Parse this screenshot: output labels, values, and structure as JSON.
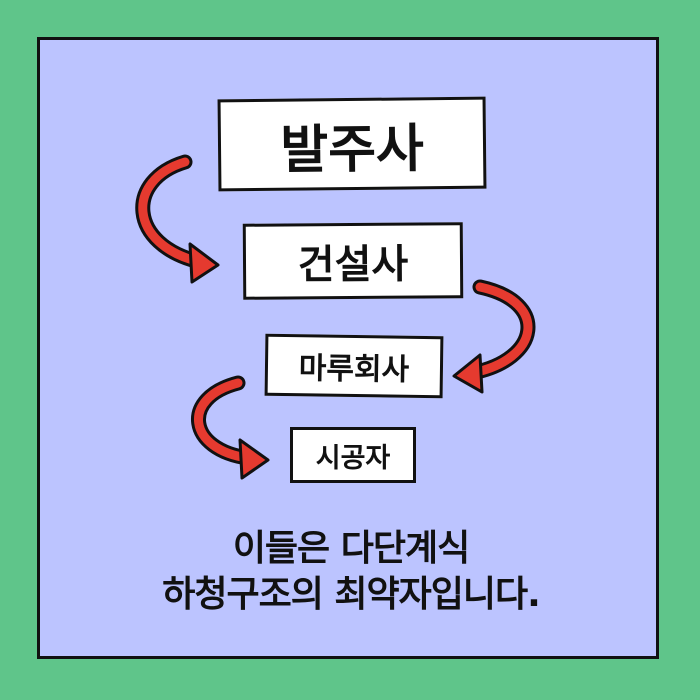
{
  "diagram": {
    "nodes": [
      {
        "id": "node1",
        "label": "발주사"
      },
      {
        "id": "node2",
        "label": "건설사"
      },
      {
        "id": "node3",
        "label": "마루회사"
      },
      {
        "id": "node4",
        "label": "시공자"
      }
    ],
    "edges": [
      {
        "from": "node1",
        "to": "node2"
      },
      {
        "from": "node2",
        "to": "node3"
      },
      {
        "from": "node3",
        "to": "node4"
      }
    ]
  },
  "caption": {
    "line1": "이들은 다단계식",
    "line2": "하청구조의 최약자입니다."
  },
  "colors": {
    "background": "#5fc58a",
    "panel": "#bcc4ff",
    "arrow": "#e53a2f",
    "border": "#111111"
  }
}
